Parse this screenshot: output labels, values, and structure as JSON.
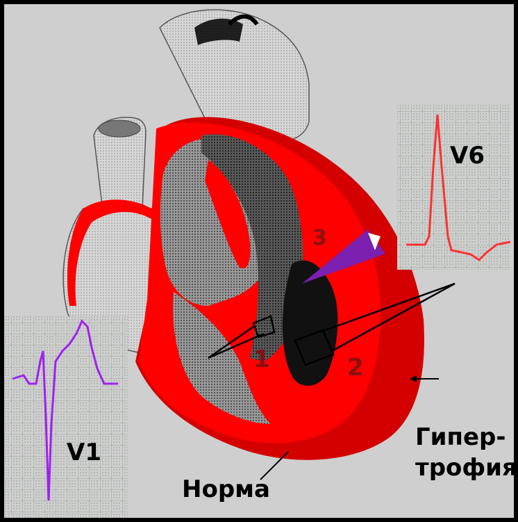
{
  "labels": {
    "lead_v1": "V1",
    "lead_v6": "V6",
    "num1": "1",
    "num2": "2",
    "num3": "3",
    "norma": "Норма",
    "hyper_line1": "Гипер-",
    "hyper_line2": "трофия"
  },
  "colors": {
    "background": "#cfcfcf",
    "myocardium": "#ff0000",
    "hypertrophy": "#d40000",
    "ecg_v1": "#a020f0",
    "ecg_v6": "#ff3030",
    "grid": "#8fa08f",
    "probe": "#7a1fb0"
  }
}
